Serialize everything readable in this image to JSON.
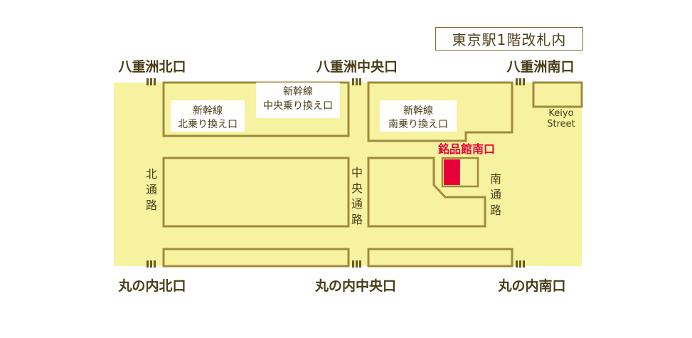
{
  "title": "東京駅1階改札内",
  "colors": {
    "floor": "#f7f2a0",
    "wall": "#a08a3c",
    "label": "#4a3d17",
    "highlight": "#e8003a"
  },
  "exits": {
    "yaesu_north": "八重洲北口",
    "yaesu_central": "八重洲中央口",
    "yaesu_south": "八重洲南口",
    "marunouchi_north": "丸の内北口",
    "marunouchi_central": "丸の内中央口",
    "marunouchi_south": "丸の内南口"
  },
  "gates": {
    "shinkansen_north_l1": "新幹線",
    "shinkansen_north_l2": "北乗り換え口",
    "shinkansen_central_l1": "新幹線",
    "shinkansen_central_l2": "中央乗り換え口",
    "shinkansen_south_l1": "新幹線",
    "shinkansen_south_l2": "南乗り換え口"
  },
  "passages": {
    "north": [
      "北",
      "通",
      "路"
    ],
    "central": [
      "中",
      "央",
      "通",
      "路"
    ],
    "south": [
      "南",
      "通",
      "路"
    ]
  },
  "keiyo": {
    "line1": "Keiyo",
    "line2": "Street"
  },
  "shop": {
    "name": "銘品館南口"
  }
}
